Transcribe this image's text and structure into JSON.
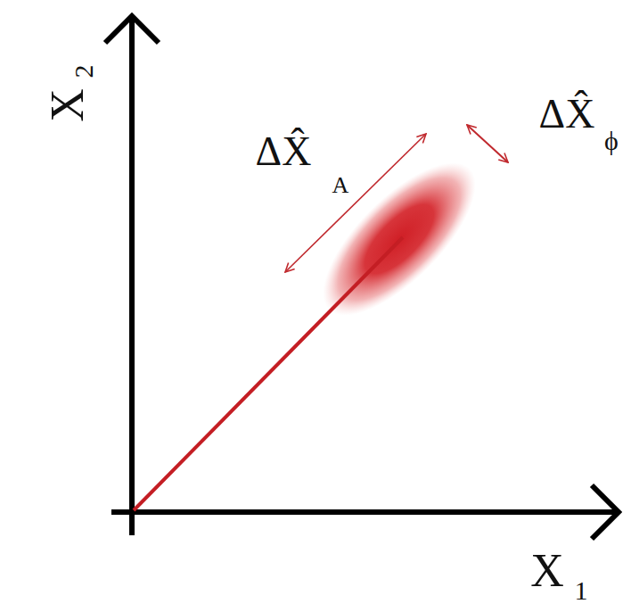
{
  "diagram": {
    "labels": [
      "X",
      "2",
      "X",
      "1",
      "ΔX̂",
      "A",
      "ΔX̂",
      "ϕ"
    ]
  }
}
